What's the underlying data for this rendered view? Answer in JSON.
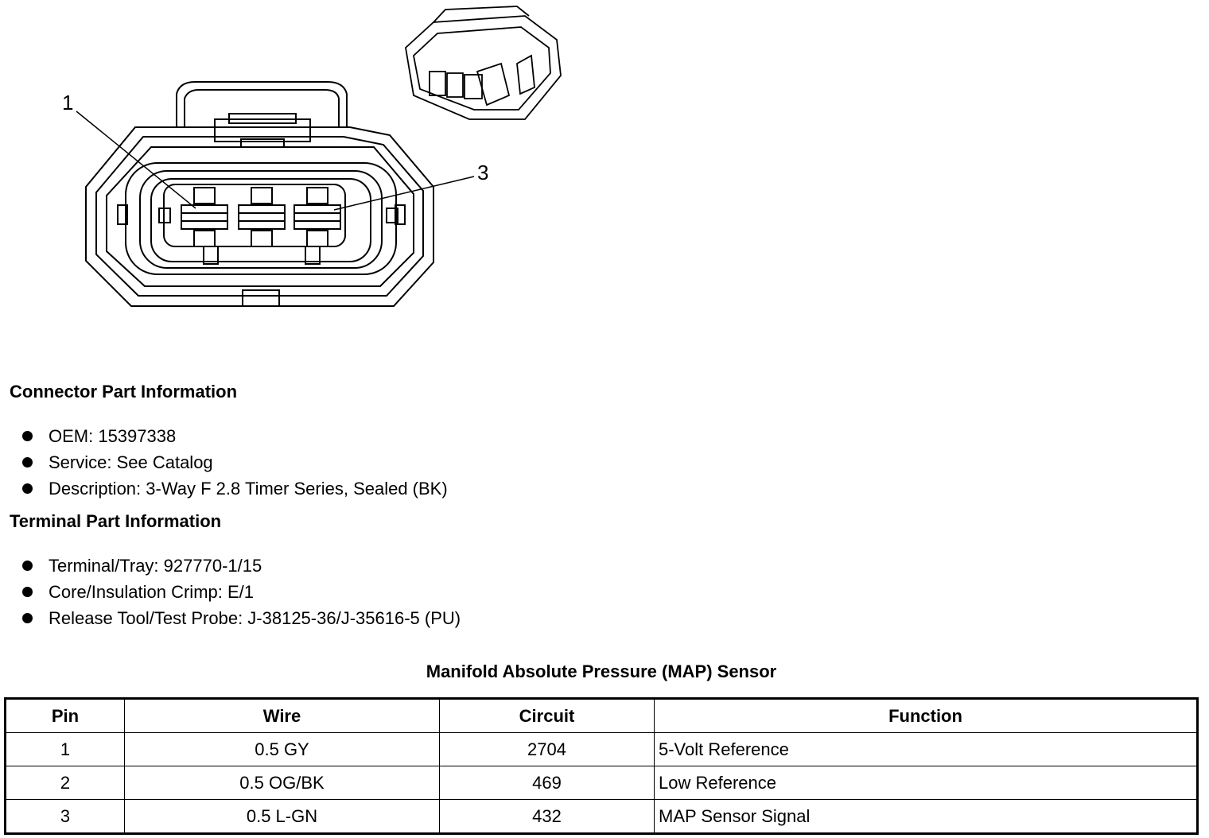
{
  "diagram": {
    "callouts": [
      "1",
      "3"
    ]
  },
  "connector": {
    "title": "Connector Part Information",
    "items": [
      "OEM: 15397338",
      "Service: See Catalog",
      "Description: 3-Way F 2.8 Timer Series, Sealed (BK)"
    ]
  },
  "terminal": {
    "title": "Terminal Part Information",
    "items": [
      "Terminal/Tray: 927770-1/15",
      "Core/Insulation Crimp: E/1",
      "Release Tool/Test Probe: J-38125-36/J-35616-5 (PU)"
    ]
  },
  "table": {
    "title": "Manifold Absolute Pressure (MAP) Sensor",
    "headers": [
      "Pin",
      "Wire",
      "Circuit",
      "Function"
    ],
    "rows": [
      [
        "1",
        "0.5 GY",
        "2704",
        "5-Volt Reference"
      ],
      [
        "2",
        "0.5 OG/BK",
        "469",
        "Low Reference"
      ],
      [
        "3",
        "0.5 L-GN",
        "432",
        "MAP Sensor Signal"
      ]
    ]
  }
}
